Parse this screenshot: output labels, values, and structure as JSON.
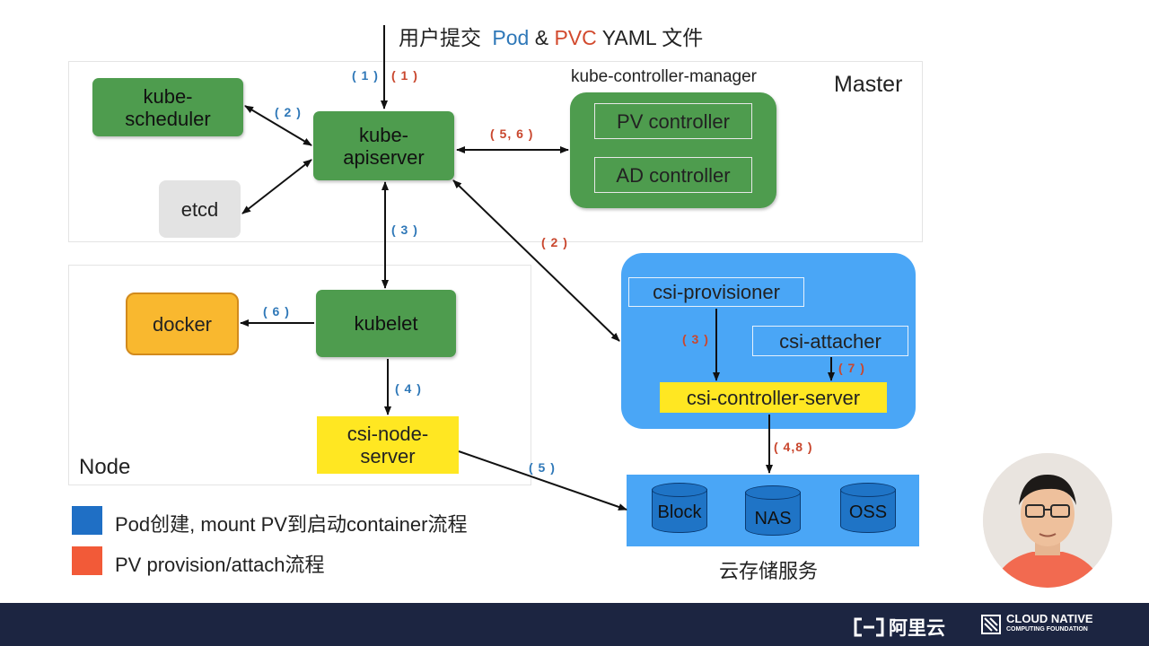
{
  "title": {
    "prefix": "用户提交",
    "pod": "Pod",
    "amp": "&",
    "pvc": "PVC",
    "suffix": "YAML 文件"
  },
  "regions": {
    "master": "Master",
    "node": "Node"
  },
  "master": {
    "scheduler": "kube-\nscheduler",
    "apiserver": "kube-\napiserver",
    "etcd": "etcd",
    "controller_manager": {
      "label": "kube-controller-manager",
      "pv_controller": "PV controller",
      "ad_controller": "AD controller"
    }
  },
  "node": {
    "docker": "docker",
    "kubelet": "kubelet",
    "csi_node_server": "csi-node-\nserver"
  },
  "csi": {
    "provisioner": "csi-provisioner",
    "attacher": "csi-attacher",
    "controller_server": "csi-controller-server"
  },
  "storage": {
    "block": "Block",
    "nas": "NAS",
    "oss": "OSS",
    "label": "云存储服务"
  },
  "steps": {
    "user_blue": "( 1 )",
    "user_red": "( 1 )",
    "scheduler_blue": "( 2 )",
    "controller_red": "( 5, 6 )",
    "kubelet_blue": "( 3 )",
    "csi_red": "( 2 )",
    "docker_blue": "( 6 )",
    "nodeserver_blue": "( 4 )",
    "storage_blue": "( 5 )",
    "provisioner_red": "( 3 )",
    "attacher_red": "( 7 )",
    "cloud_red": "( 4,8 )"
  },
  "legend": [
    {
      "text": "Pod创建, mount PV到启动container流程",
      "color": "#1f6fc5"
    },
    {
      "text": "PV provision/attach流程",
      "color": "#f25a38"
    }
  ],
  "colors": {
    "green": "#4e9c4e",
    "csi_bg": "#4aa6f6",
    "yellow": "#ffe722",
    "orange": "#f9b82f",
    "footer": "#1c2541"
  },
  "footer": {
    "aliyun": "阿里云",
    "cncf_line1": "CLOUD NATIVE",
    "cncf_line2": "COMPUTING FOUNDATION"
  }
}
